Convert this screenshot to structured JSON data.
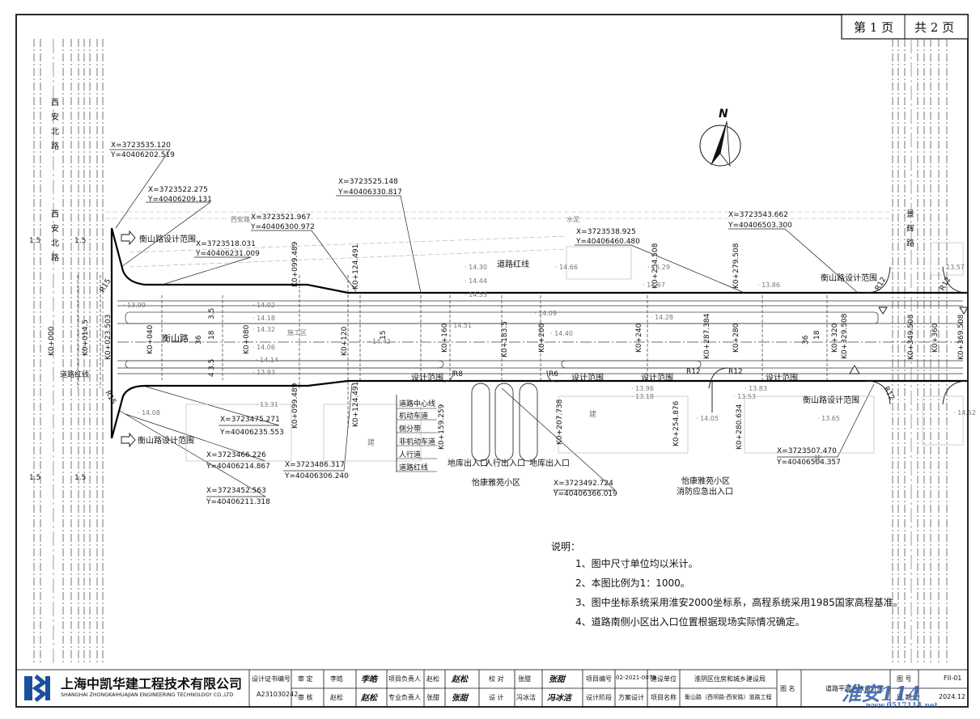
{
  "page_indicator": {
    "current": "第 1 页",
    "total": "共 2 页"
  },
  "north": "N",
  "streets": {
    "west_street": "西\n安\n北\n路",
    "west_street_lower": "西\n安\n北\n路",
    "east_street": "景\n辉\n路",
    "main_road_label": "衡山路",
    "road_red_line": "道路红线",
    "road_red_line_west": "道路红线",
    "xian_road_north": "西安路",
    "water": "水泥",
    "construction": "施工区"
  },
  "coordinates": [
    {
      "x": "X=3723535.120",
      "y": "Y=40406202.519"
    },
    {
      "x": "X=3723522.275",
      "y": "Y=40406209.131"
    },
    {
      "x": "X=3723521.967",
      "y": "Y=40406300.972"
    },
    {
      "x": "X=3723518.031",
      "y": "Y=40406231.009"
    },
    {
      "x": "X=3723525.148",
      "y": "Y=40406330.817"
    },
    {
      "x": "X=3723538.925",
      "y": "Y=40406460.480"
    },
    {
      "x": "X=3723543.662",
      "y": "Y=40406503.300"
    },
    {
      "x": "X=3723475.271",
      "y": "Y=40406235.553"
    },
    {
      "x": "X=3723466.226",
      "y": "Y=40406214.867"
    },
    {
      "x": "X=3723486.317",
      "y": "Y=40406306.240"
    },
    {
      "x": "X=3723452.563",
      "y": "Y=40406211.318"
    },
    {
      "x": "X=3723492.724",
      "y": "Y=40406366.019"
    },
    {
      "x": "X=3723507.470",
      "y": "Y=40406504.357"
    }
  ],
  "stations": {
    "k0_000": "K0+000",
    "k0_014": "K0+014.5",
    "k0_023": "K0+023.503",
    "k0_040": "K0+040",
    "k0_080": "K0+080",
    "k0_099_top": "K0+099.489",
    "k0_099_bot": "K0+099.489",
    "k0_120": "K0+120",
    "k0_124_top": "K0+124.491",
    "k0_124_bot": "K0+124.491",
    "k0_159": "K0+159.259",
    "k0_160": "K0+160",
    "k0_183": "K0+183.5",
    "k0_200": "K0+200",
    "k0_207": "K0+207.738",
    "k0_240": "K0+240",
    "k0_254_top": "K0+254.508",
    "k0_254_bot": "K0+254.876",
    "k0_279": "K0+279.508",
    "k0_280": "K0+280",
    "k0_280_634": "K0+280.634",
    "k0_287": "K0+287.384",
    "k0_320": "K0+320",
    "k0_329": "K0+329.508",
    "k0_349": "K0+349.508",
    "k0_360": "K0+360",
    "k0_369": "K0+369.508"
  },
  "dimensions": {
    "d1": "1.5",
    "d2": "1.5",
    "d3": "1.5",
    "d4": "1.5",
    "w4": "4",
    "w35": "3.5",
    "w15": "15",
    "w18": "18",
    "w36": "36",
    "w335": "3.5"
  },
  "labels": {
    "design_scope": "衡山路设计范围",
    "design_scope_short": "设计范围",
    "r15": "R15",
    "r12": "R12",
    "r8": "R8",
    "r6": "R6",
    "legend": [
      "道路中心线",
      "机动车道",
      "侧分带",
      "非机动车道",
      "人行道",
      "道路红线"
    ],
    "garage_entry": "地库出入口",
    "ped_entry": "人行出入口",
    "garage_entry2": "地库出入口",
    "community": "怡康雅苑小区",
    "community2": "怡康雅苑小区",
    "fire_exit": "消防应急出入口",
    "building": "建"
  },
  "notes": {
    "title": "说明：",
    "items": [
      "1、图中尺寸单位均以米计。",
      "2、本图比例为1：1000。",
      "3、图中坐标系统采用淮安2000坐标系，高程系统采用1985国家高程基准。",
      "4、道路南侧小区出入口位置根据现场实际情况确定。"
    ]
  },
  "elevations": [
    "14.30",
    "14.44",
    "14.53",
    "14.66",
    "15.29",
    "14.67",
    "14.09",
    "14.02",
    "14.18",
    "14.32",
    "14.06",
    "14.14",
    "13.99",
    "14.51",
    "14.42",
    "14.40",
    "14.28",
    "13.93",
    "13.86",
    "13.96",
    "14.52",
    "13.53",
    "13.18",
    "13.83",
    "13.31",
    "14.08",
    "14.05",
    "13.65",
    "13.57"
  ],
  "title_block": {
    "company_cn": "上海中凯华建工程技术有限公司",
    "company_en": "SHANGHAI ZHONGKAIHUAJIAN ENGINEERING TECHNOLOGY CO.,LTD",
    "cert_label": "设计证书编号",
    "cert_no": "A231030242",
    "review": "审 定",
    "review_name": "李皓",
    "check": "审 核",
    "check_name": "赵松",
    "pm": "项目负责人",
    "pm_name": "赵松",
    "spec": "专业负责人",
    "spec_name": "张甜",
    "proof": "校 对",
    "proof_name": "张甜",
    "design": "设 计",
    "design_name": "冯冰洁",
    "proj_no_label": "项目编号",
    "proj_no": "02-2021-0078",
    "stage_label": "设计阶段",
    "stage": "方案设计",
    "client_label": "建设单位",
    "client": "淮阴区住房和城乡建设局",
    "proj_name_label": "项目名称",
    "proj_name": "衡山路（西坝路-西安路）道路工程",
    "drawing_name_label": "图 名",
    "drawing_name": "道路平面总体设计图",
    "drawing_no_label": "图 号",
    "drawing_no": "FII-01",
    "date_label": "日 期",
    "date": "2024.12"
  },
  "watermark": {
    "text": "淮安114",
    "url": "www.0517114.net"
  },
  "colors": {
    "ink": "#111111",
    "gray": "#9a9a9a",
    "logo_blue": "#1a4f9c",
    "watermark_blue": "#2f5aa8",
    "watermark_red": "#d02020"
  }
}
